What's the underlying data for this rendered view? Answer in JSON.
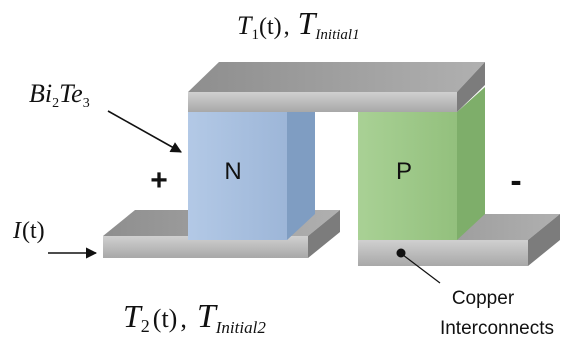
{
  "labels": {
    "top_temp": {
      "T": "T",
      "sub": "1",
      "arg": "(t)",
      "sep": ",",
      "init": "Initial1"
    },
    "bottom_temp": {
      "T": "T",
      "sub": "2",
      "arg": "(t)",
      "sep": ",",
      "init": "Initial2"
    },
    "material": {
      "Bi": "Bi",
      "sub2": "2",
      "Te": "Te",
      "sub3": "3"
    },
    "current": {
      "I": "I",
      "arg": "(t)"
    },
    "n_leg": "N",
    "p_leg": "P",
    "plus": "+",
    "minus": "-",
    "copper_line1": "Copper",
    "copper_line2": "Interconnects"
  },
  "colors": {
    "n_front": "#a9c1e1",
    "n_side": "#7f9dc2",
    "p_front": "#9fca8b",
    "p_side": "#7eae6a",
    "metal_top": "#9d9d9d",
    "metal_front": "#c4c4c4",
    "metal_side": "#7c7c7c"
  }
}
